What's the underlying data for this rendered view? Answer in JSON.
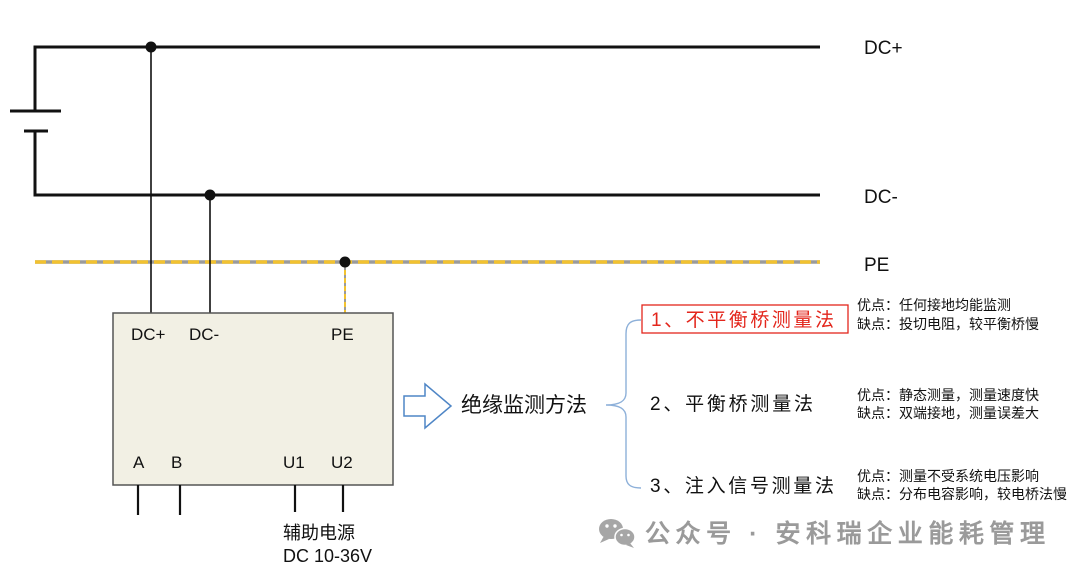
{
  "rails": {
    "dc_plus": "DC+",
    "dc_minus": "DC-",
    "pe": "PE"
  },
  "device": {
    "terminals_top": [
      "DC+",
      "DC-",
      "PE"
    ],
    "terminals_bottom": [
      "A",
      "B",
      "U1",
      "U2"
    ],
    "aux_power": {
      "label": "辅助电源",
      "voltage": "DC 10-36V"
    }
  },
  "methods": {
    "title": "绝缘监测方法",
    "items": [
      {
        "label": "1、不平衡桥测量法",
        "pros": "优点：任何接地均能监测",
        "cons": "缺点：投切电阻，较平衡桥慢",
        "highlighted": true
      },
      {
        "label": "2、平衡桥测量法",
        "pros": "优点：静态测量，测量速度快",
        "cons": "缺点：双端接地，测量误差大",
        "highlighted": false
      },
      {
        "label": "3、注入信号测量法",
        "pros": "优点：测量不受系统电压影响",
        "cons": "缺点：分布电容影响，较电桥法慢",
        "highlighted": false
      }
    ]
  },
  "watermark": {
    "icon": "wechat-icon",
    "text": "公众号 · 安科瑞企业能耗管理"
  },
  "colors": {
    "wire": "#111111",
    "pe_yellow": "#f2c230",
    "pe_grey": "#9b9b9b",
    "device_fill": "#f2f0e4",
    "highlight": "#e3261c",
    "arrow": "#4f86c6",
    "brace": "#8db0d9",
    "watermark": "#9a9a9a"
  }
}
